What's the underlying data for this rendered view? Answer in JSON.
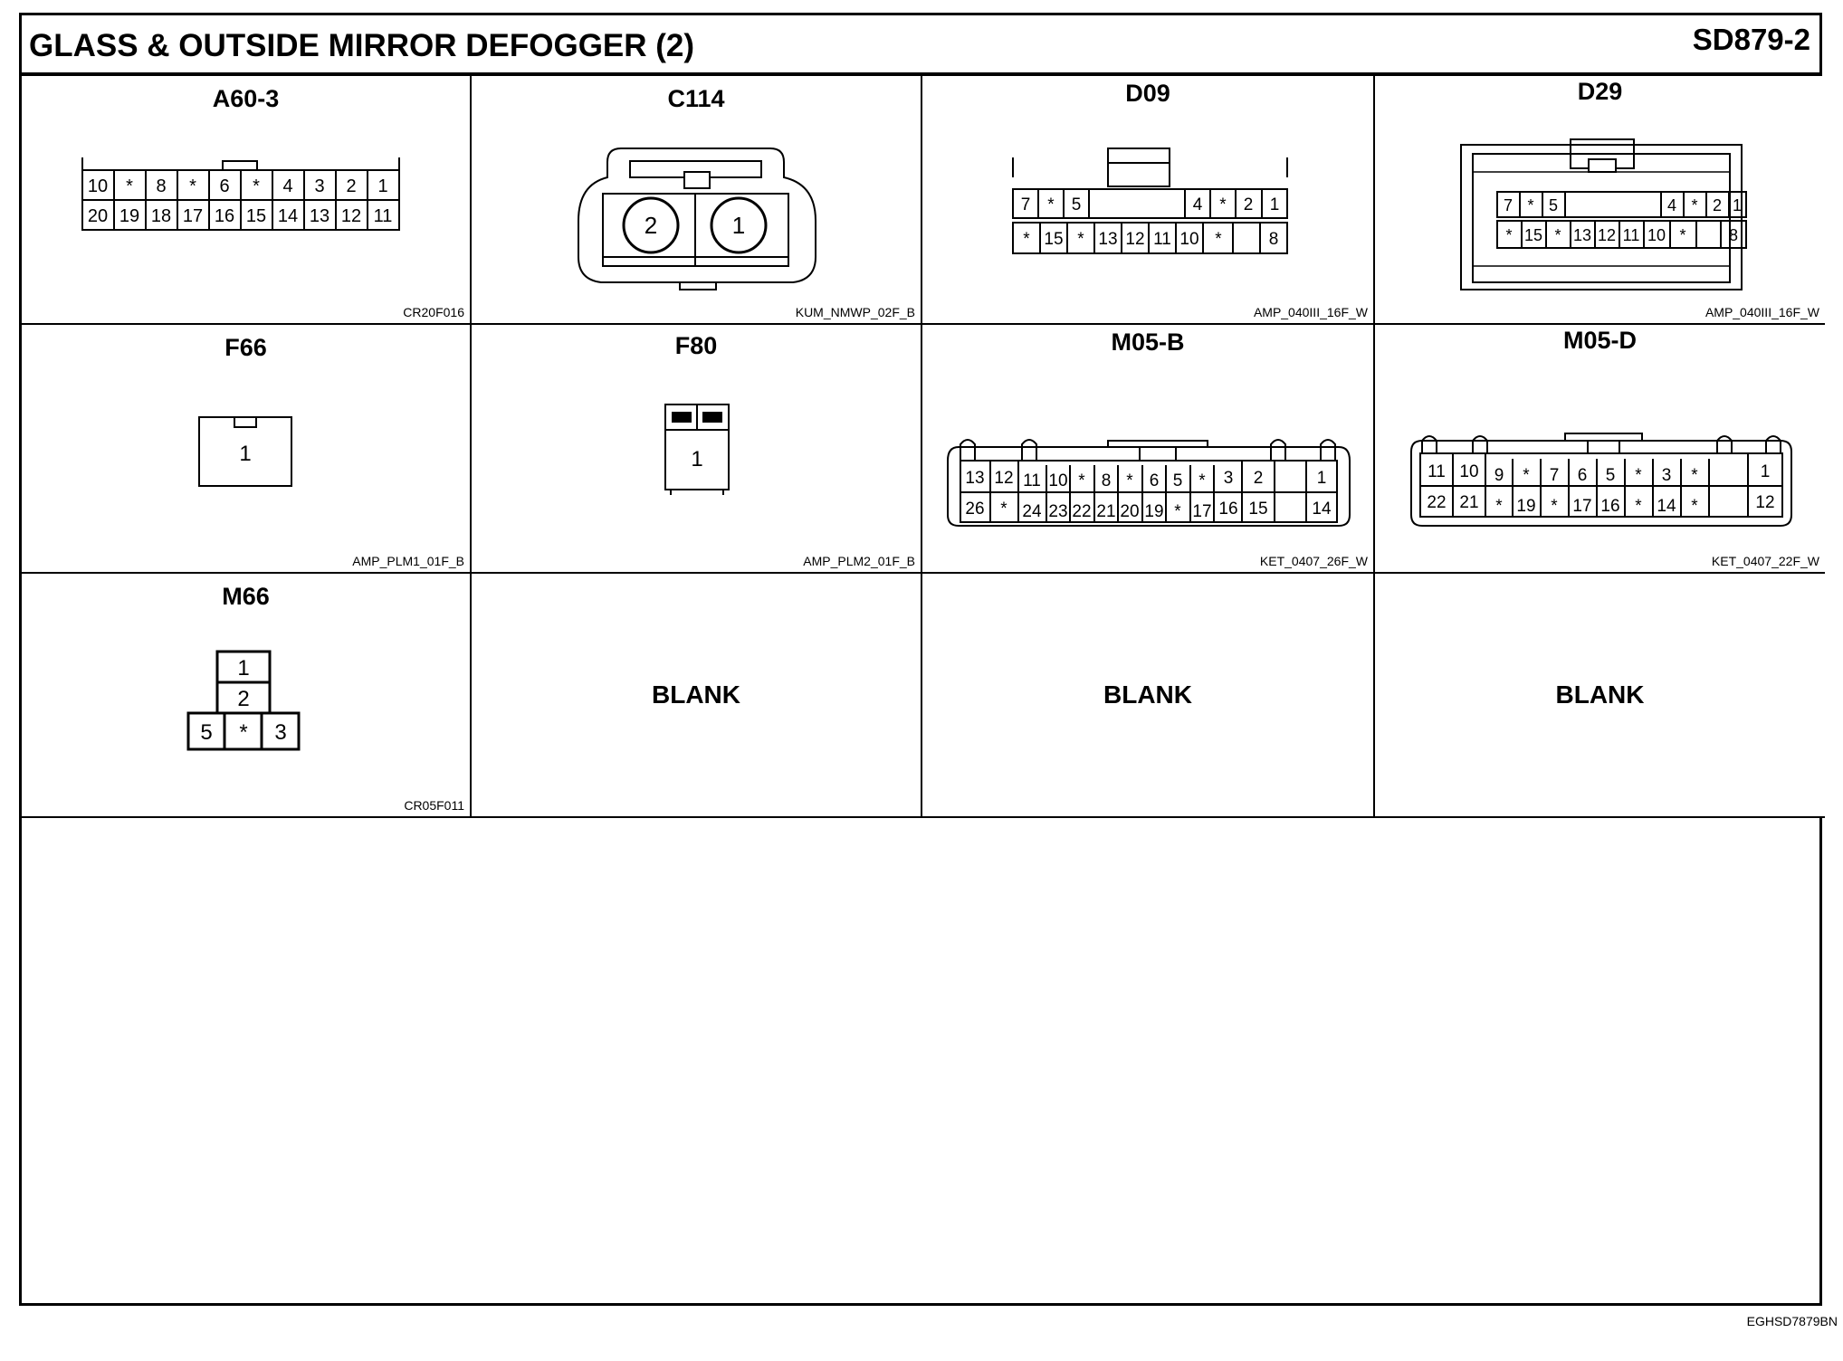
{
  "header": {
    "title": "GLASS & OUTSIDE MIRROR DEFOGGER (2)",
    "page_id": "SD879-2"
  },
  "connectors": [
    {
      "name": "A60-3",
      "code": "CR20F016",
      "rows": [
        [
          "10",
          "*",
          "8",
          "*",
          "6",
          "*",
          "4",
          "3",
          "2",
          "1"
        ],
        [
          "20",
          "19",
          "18",
          "17",
          "16",
          "15",
          "14",
          "13",
          "12",
          "11"
        ]
      ]
    },
    {
      "name": "C114",
      "code": "KUM_NMWP_02F_B",
      "pins": [
        "2",
        "1"
      ]
    },
    {
      "name": "D09",
      "code": "AMP_040III_16F_W",
      "rows": [
        [
          "7",
          "*",
          "5",
          "",
          "4",
          "*",
          "2",
          "1"
        ],
        [
          "*",
          "15",
          "*",
          "13",
          "12",
          "11",
          "10",
          "*",
          "8"
        ]
      ]
    },
    {
      "name": "D29",
      "code": "AMP_040III_16F_W",
      "rows": [
        [
          "7",
          "*",
          "5",
          "",
          "4",
          "*",
          "2",
          "1"
        ],
        [
          "*",
          "15",
          "*",
          "13",
          "12",
          "11",
          "10",
          "*",
          "8"
        ]
      ]
    },
    {
      "name": "F66",
      "code": "AMP_PLM1_01F_B",
      "pins": [
        "1"
      ]
    },
    {
      "name": "F80",
      "code": "AMP_PLM2_01F_B",
      "pins": [
        "1"
      ]
    },
    {
      "name": "M05-B",
      "code": "KET_0407_26F_W",
      "rows": [
        [
          "13",
          "12",
          "11",
          "10",
          "*",
          "8",
          "*",
          "6",
          "5",
          "*",
          "3",
          "2",
          "1"
        ],
        [
          "26",
          "*",
          "24",
          "23",
          "22",
          "21",
          "20",
          "19",
          "*",
          "17",
          "16",
          "15",
          "14"
        ]
      ]
    },
    {
      "name": "M05-D",
      "code": "KET_0407_22F_W",
      "rows": [
        [
          "11",
          "10",
          "9",
          "*",
          "7",
          "6",
          "5",
          "*",
          "3",
          "*",
          "1"
        ],
        [
          "22",
          "21",
          "*",
          "19",
          "*",
          "17",
          "16",
          "*",
          "14",
          "*",
          "12"
        ]
      ]
    },
    {
      "name": "M66",
      "code": "CR05F011",
      "rows": [
        [
          "1"
        ],
        [
          "2"
        ],
        [
          "5",
          "*",
          "3"
        ]
      ]
    }
  ],
  "blanks": [
    "BLANK",
    "BLANK",
    "BLANK"
  ],
  "footer": {
    "code": "EGHSD7879BN"
  }
}
